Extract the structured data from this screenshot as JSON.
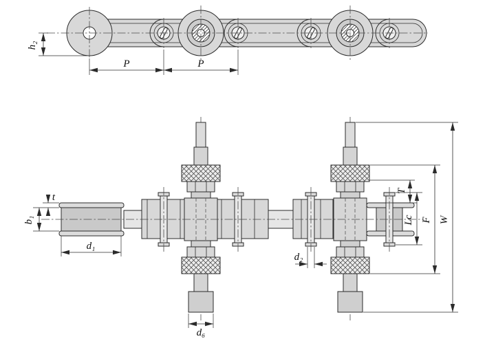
{
  "drawing": {
    "labels": {
      "h2": "h₂",
      "p_left": "P",
      "p_right": "P",
      "b1": "b₁",
      "t": "t",
      "d1": "d₁",
      "d2": "d₂",
      "d6": "d₆",
      "T": "T",
      "Lc": "Lc",
      "F": "F",
      "W": "W"
    },
    "colors": {
      "line": "#2b2b2b",
      "fill": "#d8d8d8",
      "fill_light": "#ececec",
      "background": "#ffffff"
    }
  }
}
